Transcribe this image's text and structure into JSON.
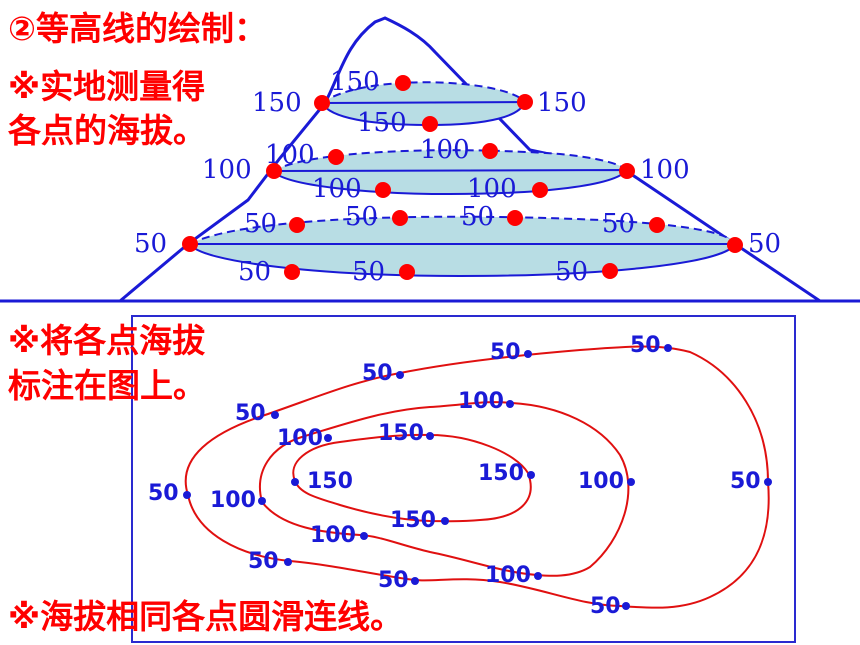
{
  "texts": {
    "title": "②等高线的绘制：",
    "step1_line1": "※实地测量得",
    "step1_line2": "各点的海拔。",
    "step2_line1": "※将各点海拔",
    "step2_line2": "标注在图上。",
    "step3": "※海拔相同各点圆滑连线。"
  },
  "mountain_labels": {
    "e150": "150",
    "e100": "100",
    "e50": "50"
  },
  "map_labels": {
    "e150": "150",
    "e100": "100",
    "e50": "50"
  },
  "colors": {
    "text_red": "#ff0000",
    "mountain_outline": "#1a1ad6",
    "ellipse_fill": "#b8dde4",
    "measure_point": "#ff0000",
    "contour_line": "#e01010",
    "map_point": "#1a1ad6",
    "frame": "#2a2ad0"
  }
}
